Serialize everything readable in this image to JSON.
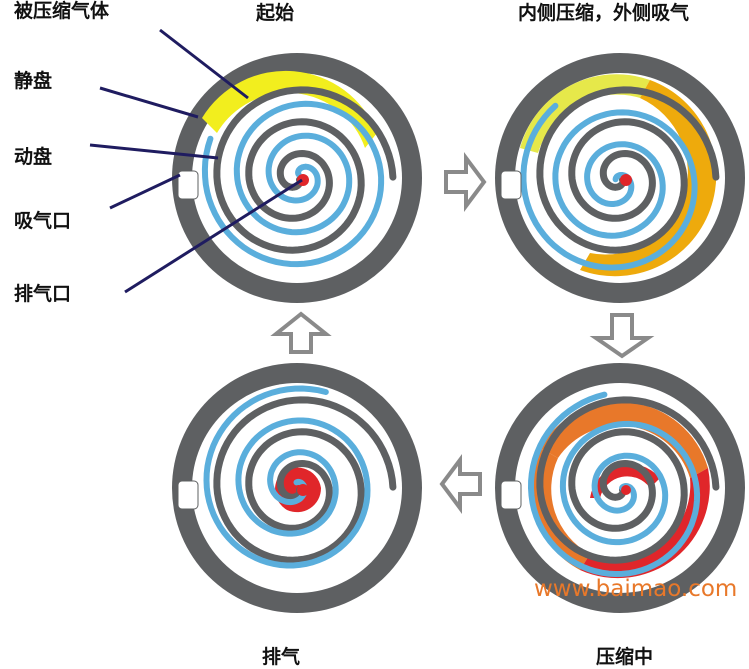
{
  "stages": {
    "start": "起始",
    "inner_compress_outer_intake": "内侧压缩，外侧吸气",
    "compressing": "压缩中",
    "discharge": "排气"
  },
  "legend": {
    "compressed_gas": "被压缩气体",
    "fixed_scroll": "静盘",
    "orbiting_scroll": "动盘",
    "intake_port": "吸气口",
    "discharge_port": "排气口"
  },
  "watermark": "www.baimao.com",
  "colors": {
    "fixed_scroll": "#5e6062",
    "orbiting_scroll": "#5aaedc",
    "gas_intake": "#f2ee1e",
    "gas_compressing": "#eeaa0c",
    "gas_hot": "#e8782a",
    "gas_discharge": "#e0262a",
    "leader_line": "#1f1c60",
    "arrow": "#8a8a8a",
    "watermark": "#e8782a"
  }
}
